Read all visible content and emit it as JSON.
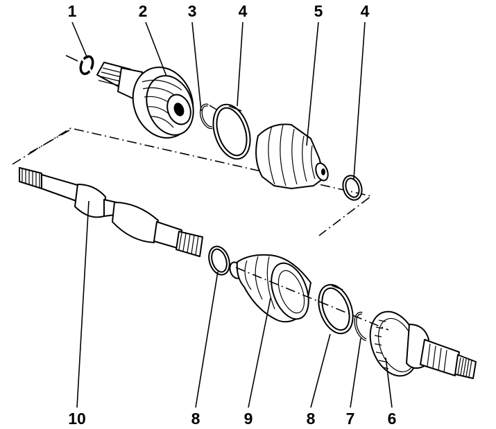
{
  "callouts": {
    "c1": "1",
    "c2": "2",
    "c3": "3",
    "c4a": "4",
    "c5": "5",
    "c4b": "4",
    "c10": "10",
    "c8a": "8",
    "c9": "9",
    "c8b": "8",
    "c7": "7",
    "c6": "6"
  }
}
